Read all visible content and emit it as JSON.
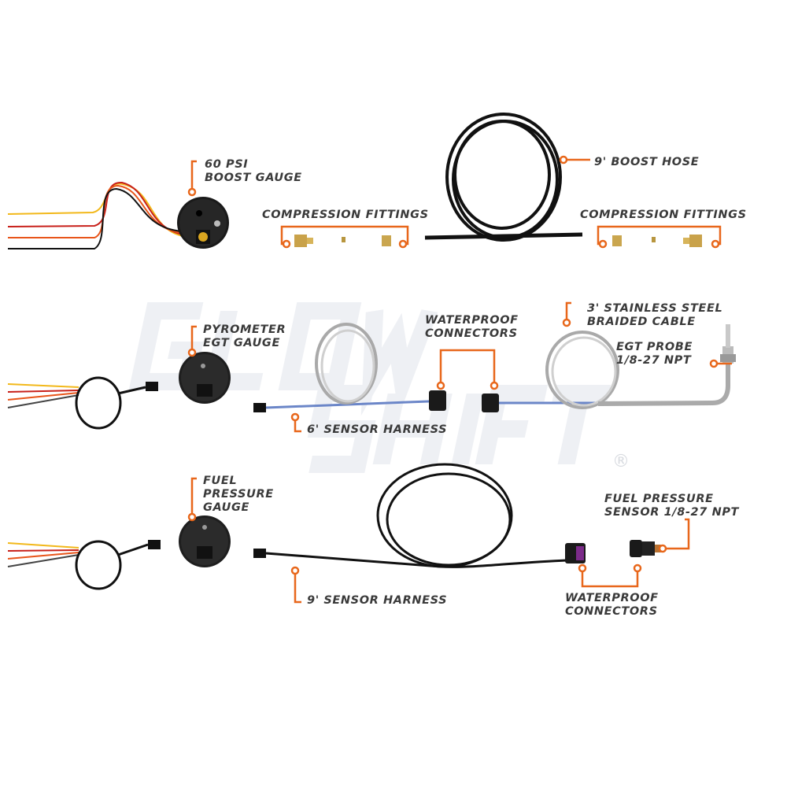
{
  "watermark": {
    "line1": "GLOW",
    "line2": "SHIFT",
    "registered": "®"
  },
  "colors": {
    "accent": "#e8671b",
    "text": "#3a3a3a",
    "cable": "#111111",
    "brass": "#c9a24a"
  },
  "row1": {
    "gauge_label": [
      "60 PSI",
      "BOOST GAUGE"
    ],
    "fittings_left_label": "COMPRESSION FITTINGS",
    "hose_label": "9' BOOST HOSE",
    "fittings_right_label": "COMPRESSION FITTINGS"
  },
  "row2": {
    "gauge_label": [
      "PYROMETER",
      "EGT GAUGE"
    ],
    "connectors_label": [
      "WATERPROOF",
      "CONNECTORS"
    ],
    "cable_label": [
      "3' STAINLESS STEEL",
      "BRAIDED CABLE"
    ],
    "probe_label": [
      "EGT PROBE",
      "1/8-27 NPT"
    ],
    "harness_label": "6' SENSOR HARNESS"
  },
  "row3": {
    "gauge_label": [
      "FUEL",
      "PRESSURE",
      "GAUGE"
    ],
    "sensor_label": [
      "FUEL PRESSURE",
      "SENSOR 1/8-27 NPT"
    ],
    "connectors_label": [
      "WATERPROOF",
      "CONNECTORS"
    ],
    "harness_label": "9' SENSOR HARNESS"
  }
}
